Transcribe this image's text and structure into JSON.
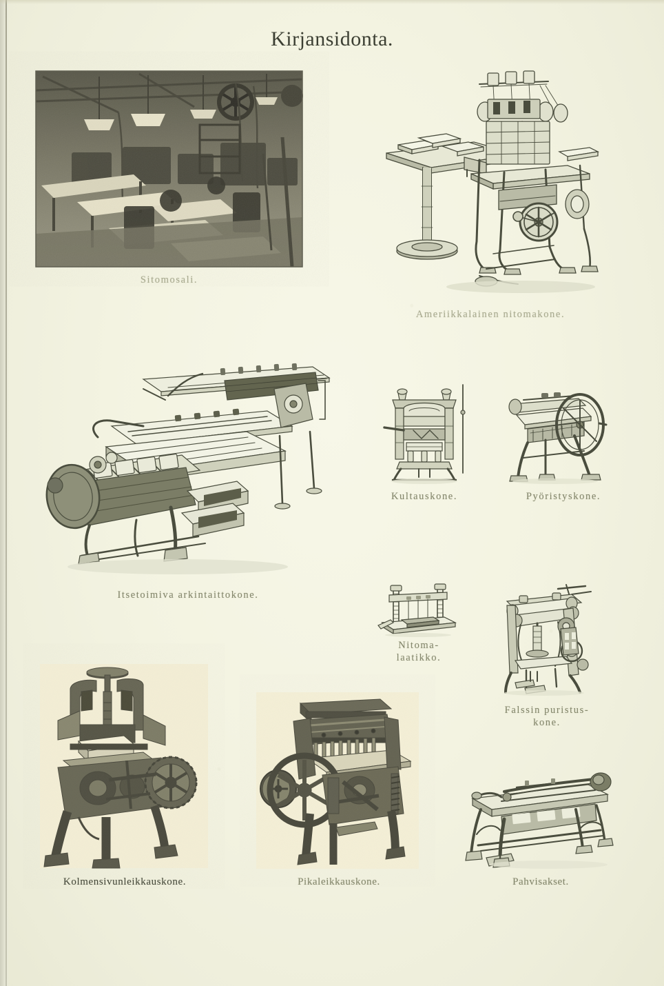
{
  "page": {
    "title": "Kirjansidonta.",
    "paper_color": "#f3f3e1",
    "ink_color": "#45483a",
    "language": "fi"
  },
  "figures": [
    {
      "id": "sitomosali",
      "caption": "Sitomosali.",
      "kind": "halftone-photograph",
      "subject": "bindery-hall-interior",
      "caption_tone": "faded"
    },
    {
      "id": "ameriikkalainen-nitomakone",
      "caption": "Ameriikkalainen nitomakone.",
      "kind": "line-engraving",
      "subject": "american-book-sewing-machine",
      "caption_tone": "faded"
    },
    {
      "id": "itsetoimiva-arkintaittokone",
      "caption": "Itsetoimiva arkintaittokone.",
      "kind": "line-engraving",
      "subject": "automatic-sheet-folding-machine",
      "caption_tone": "mid"
    },
    {
      "id": "kultauskone",
      "caption": "Kultauskone.",
      "kind": "line-engraving",
      "subject": "gilding-press",
      "caption_tone": "mid"
    },
    {
      "id": "pyoristyskone",
      "caption": "Pyöristyskone.",
      "kind": "line-engraving",
      "subject": "backing-rounding-machine",
      "caption_tone": "mid"
    },
    {
      "id": "nitomalaatikko",
      "caption_line1": "Nitoma-",
      "caption_line2": "laatikko.",
      "kind": "line-engraving",
      "subject": "sewing-frame",
      "caption_tone": "mid"
    },
    {
      "id": "falssin-puristuskone",
      "caption_line1": "Falssin puristus-",
      "caption_line2": "kone.",
      "kind": "line-engraving",
      "subject": "joint-pressing-machine",
      "caption_tone": "mid"
    },
    {
      "id": "kolmensivunleikkauskone",
      "caption": "Kolmensivunleikkauskone.",
      "kind": "halftone-photograph",
      "subject": "three-knife-trimmer",
      "caption_tone": "dark"
    },
    {
      "id": "pikaleikkauskone",
      "caption": "Pikaleikkauskone.",
      "kind": "halftone-photograph",
      "subject": "power-guillotine-cutter",
      "caption_tone": "mid"
    },
    {
      "id": "pahvisakset",
      "caption": "Pahvisakset.",
      "kind": "line-engraving",
      "subject": "board-shears",
      "caption_tone": "mid"
    }
  ]
}
